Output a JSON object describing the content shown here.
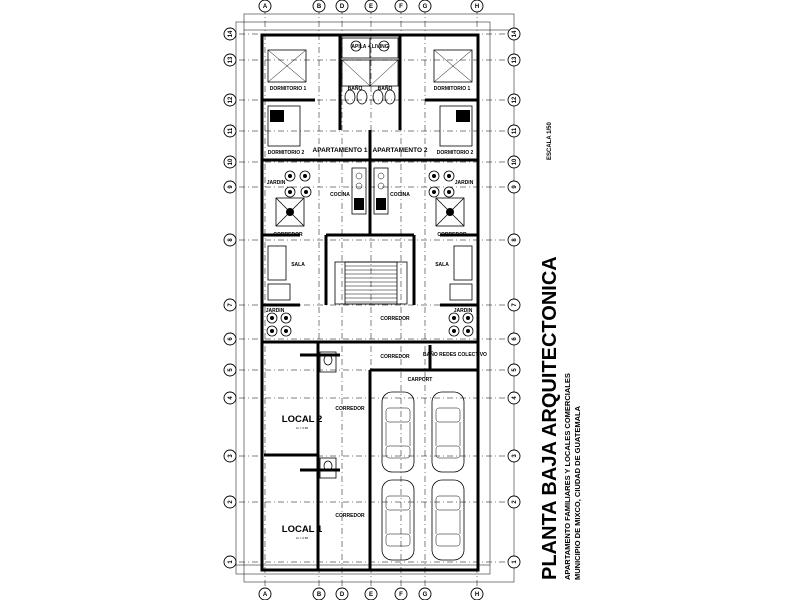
{
  "title": {
    "main": "PLANTA BAJA ARQUITECTONICA",
    "subtitle": "APARTAMENTO FAMILIARES Y LOCALES COMERCIALES",
    "location": "MUNICIPIO DE MIXCO, CIUDAD DE GUATEMALA",
    "scale": "ESCALA 1/50"
  },
  "grid_columns": [
    "A",
    "B",
    "D",
    "E",
    "F",
    "G",
    "H"
  ],
  "grid_rows": [
    "1",
    "2",
    "3",
    "4",
    "5",
    "6",
    "7",
    "8",
    "9",
    "10",
    "11",
    "12",
    "13",
    "14"
  ],
  "rooms": {
    "apartamento_1": "APARTAMENTO 1",
    "apartamento_2": "APARTAMENTO 2",
    "dormitorio_1": "DORMITORIO 1",
    "dormitorio_2": "DORMITORIO 2",
    "bano": "BAÑO",
    "bano_lavanderia": "APILA + LIVING",
    "cocina": "COCINA",
    "jardin": "JARDIN",
    "corredor": "CORREDOR",
    "sala": "SALA",
    "banio_local": "BAÑO",
    "bano_general": "BAÑO REDES COLECTIVO",
    "carport": "CARPORT",
    "local_1": "LOCAL 1",
    "local_2": "LOCAL 2"
  },
  "area_label": "Ar = 3.50"
}
